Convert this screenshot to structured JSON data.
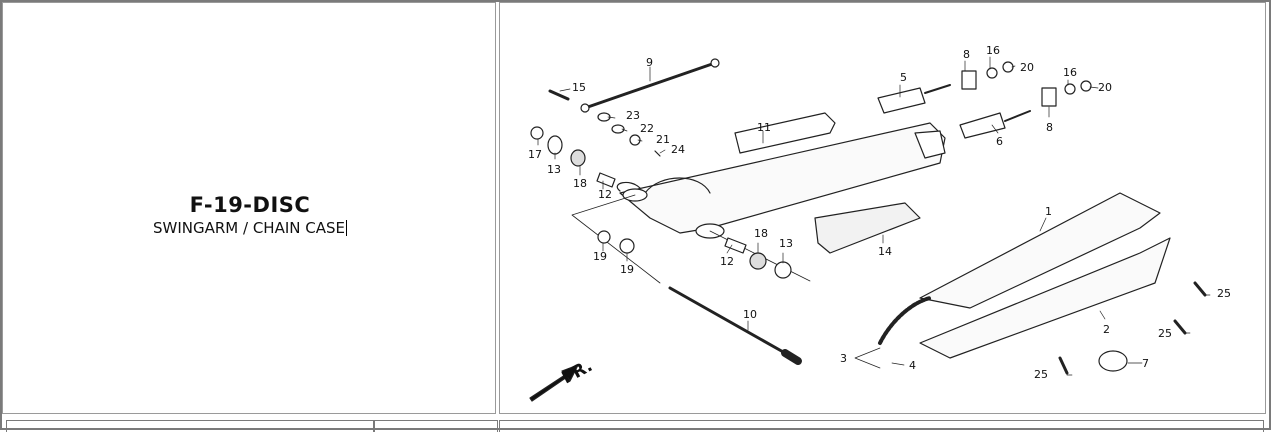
{
  "part": {
    "code": "F-19-DISC",
    "name": "SWINGARM / CHAIN CASE"
  },
  "diagram": {
    "direction_label": "FR.",
    "callouts": [
      "1",
      "2",
      "3",
      "4",
      "5",
      "6",
      "7",
      "8",
      "8",
      "9",
      "10",
      "11",
      "12",
      "12",
      "13",
      "13",
      "14",
      "15",
      "16",
      "16",
      "17",
      "18",
      "18",
      "19",
      "19",
      "20",
      "20",
      "21",
      "22",
      "23",
      "24",
      "25",
      "25",
      "25"
    ]
  },
  "colors": {
    "border": "#7a7a7a",
    "line": "#222222"
  }
}
